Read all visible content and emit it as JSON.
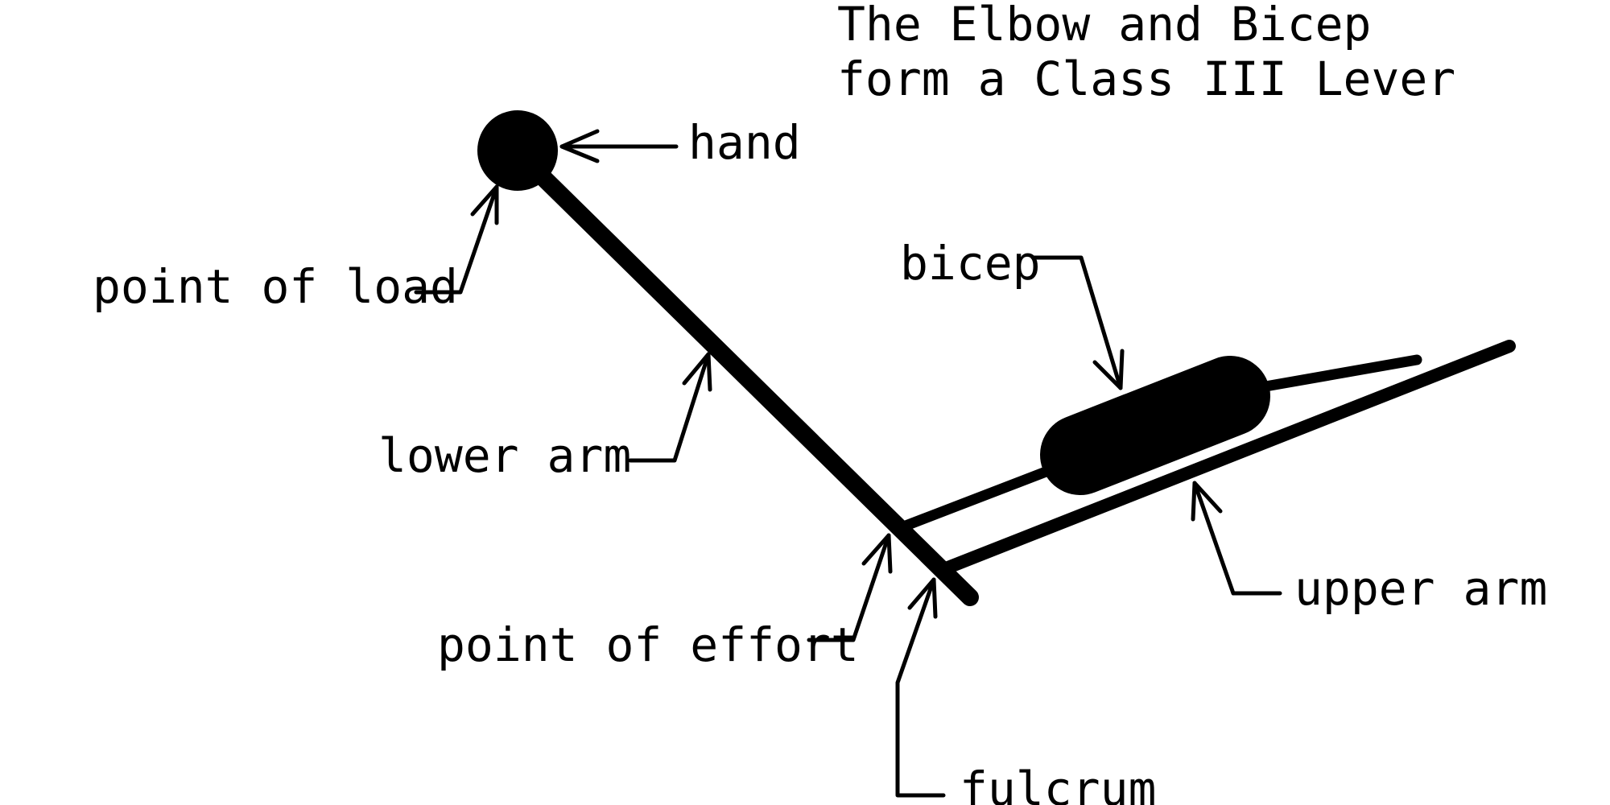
{
  "title": {
    "line1": "The Elbow and Bicep",
    "line2": "form a Class III Lever"
  },
  "labels": {
    "hand": "hand",
    "point_of_load": "point of load",
    "lower_arm": "lower arm",
    "bicep": "bicep",
    "upper_arm": "upper arm",
    "point_of_effort": "point of effort",
    "fulcrum": "fulcrum"
  },
  "colors": {
    "ink": "#000000",
    "background": "#ffffff"
  }
}
